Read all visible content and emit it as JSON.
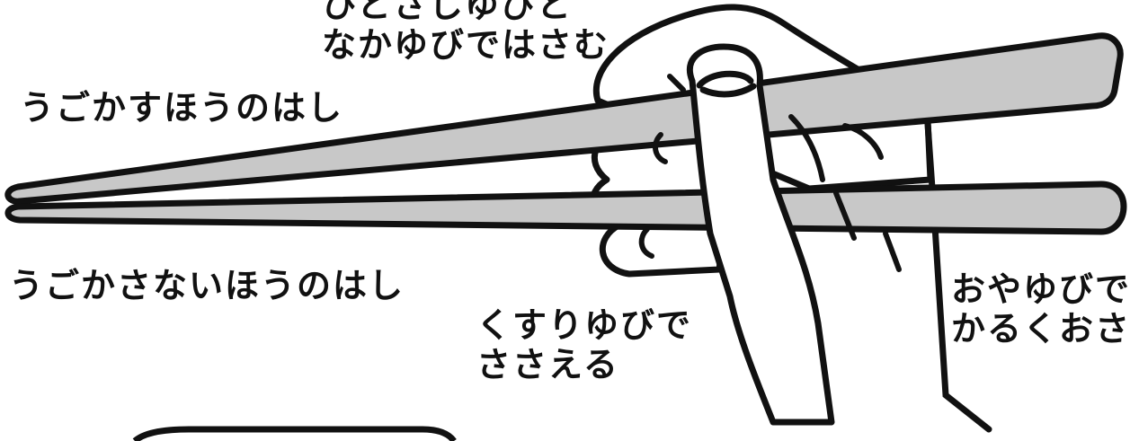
{
  "labels": {
    "index_middle": [
      "ひとさしゆびと",
      "なかゆびではさむ"
    ],
    "moving_chopstick": "うごかすほうのはし",
    "fixed_chopstick": "うごかさないほうのはし",
    "ring_finger": [
      "くすりゆびで",
      "ささえる"
    ],
    "thumb": [
      "おやゆびで",
      "かるくおさえる"
    ]
  },
  "colors": {
    "chopstick_fill": "#c8c8c8",
    "outline": "#111111",
    "background": "#ffffff"
  }
}
